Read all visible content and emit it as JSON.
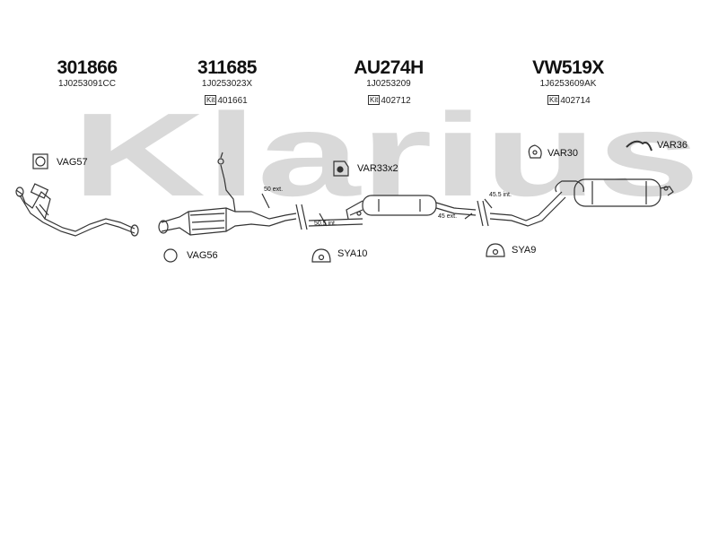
{
  "brand": {
    "logo_text": "Klarius",
    "watermark_color": "#d9d9d9"
  },
  "parts": [
    {
      "number": "301866",
      "oe": "1J0253091CC",
      "kit": ""
    },
    {
      "number": "311685",
      "oe": "1J0253023X",
      "kit": "401661"
    },
    {
      "number": "AU274H",
      "oe": "1J0253209",
      "kit": "402712"
    },
    {
      "number": "VW519X",
      "oe": "1J6253609AK",
      "kit": "402714"
    }
  ],
  "kit_badge": "Kit",
  "accessories": [
    "VAG57",
    "VAG56",
    "VAR33x2",
    "SYA10",
    "VAR30",
    "SYA9",
    "VAR36"
  ],
  "dimensions": [
    "50 ext.",
    "50.5 int.",
    "45.5 int.",
    "45 ext."
  ]
}
